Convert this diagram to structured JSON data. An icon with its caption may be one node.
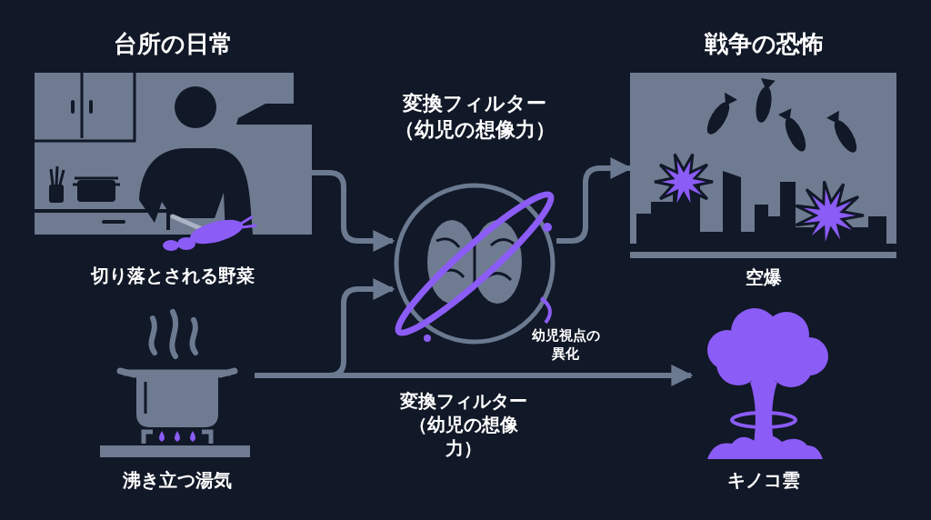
{
  "diagram": {
    "nodes": [
      {
        "text": [],
        "shape": "picture",
        "beside": [
          "切り落とされる野菜"
        ]
      },
      {
        "text": [],
        "shape": "picture",
        "beside": [
          "沸き立つ湯気"
        ]
      },
      {
        "text": [
          "変換フィルター（幼児の想像力）"
        ]
      },
      {
        "text": [],
        "shape": "picture",
        "beside": [
          "空爆"
        ]
      },
      {
        "text": [],
        "shape": "picture",
        "beside": [
          "キノコ雲"
        ]
      }
    ],
    "edges": [
      {
        "from": 0,
        "to": 2,
        "arrow": "to"
      },
      {
        "from": 1,
        "to": 2,
        "arrow": "to"
      },
      {
        "from": 2,
        "to": 3,
        "arrow": "to"
      },
      {
        "from": 1,
        "to": 4,
        "arrow": "to",
        "label": "変換フィルター（幼児の想像力）"
      }
    ],
    "labels": [
      "台所の日常",
      "戦争の恐怖",
      "幼児視点の異化"
    ]
  }
}
